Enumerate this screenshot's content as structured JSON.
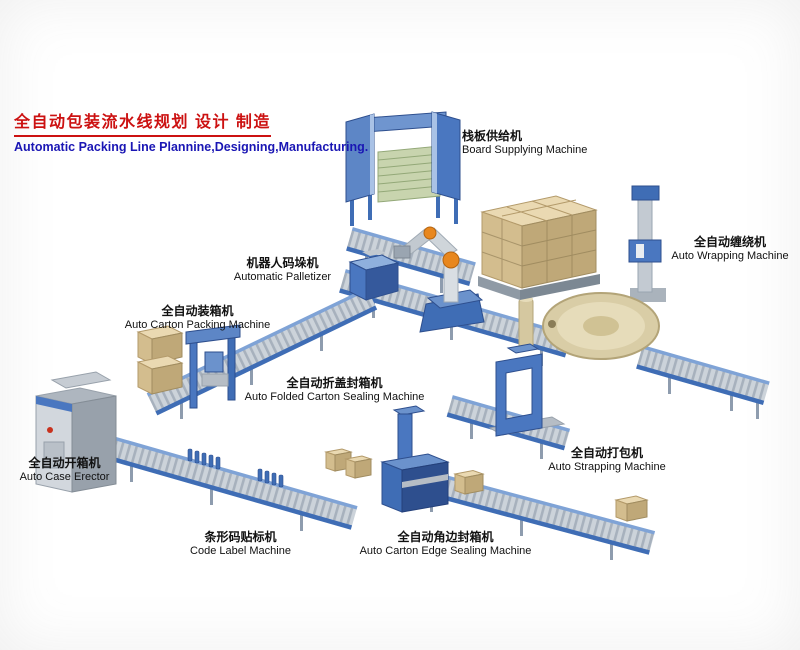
{
  "title": {
    "zh": "全自动包装流水线规划 设计 制造",
    "en": "Automatic Packing Line Plannine,Designing,Manufacturing."
  },
  "machines": {
    "board_supplying": {
      "zh": "栈板供给机",
      "en": "Board Supplying Machine"
    },
    "auto_wrapping": {
      "zh": "全自动缠绕机",
      "en": "Auto Wrapping Machine"
    },
    "automatic_palletizer": {
      "zh": "机器人码垛机",
      "en": "Automatic Palletizer"
    },
    "auto_carton_packing": {
      "zh": "全自动装箱机",
      "en": "Auto Carton Packing Machine"
    },
    "auto_folded_sealing": {
      "zh": "全自动折盖封箱机",
      "en": "Auto Folded Carton Sealing Machine"
    },
    "auto_case_erector": {
      "zh": "全自动开箱机",
      "en": "Auto Case Erector"
    },
    "auto_strapping": {
      "zh": "全自动打包机",
      "en": "Auto Strapping Machine"
    },
    "code_label": {
      "zh": "条形码贴标机",
      "en": "Code Label Machine"
    },
    "auto_edge_sealing": {
      "zh": "全自动角边封箱机",
      "en": "Auto Carton Edge Sealing Machine"
    }
  },
  "colors": {
    "title_red": "#cc1111",
    "title_blue": "#1a16b4",
    "machine_blue": "#3f6db5",
    "machine_blue_dark": "#2e4f8e",
    "carton_tan": "#d3bd8e",
    "turntable_tan": "#d9cda6",
    "conveyor_grey": "#ccd3da"
  }
}
